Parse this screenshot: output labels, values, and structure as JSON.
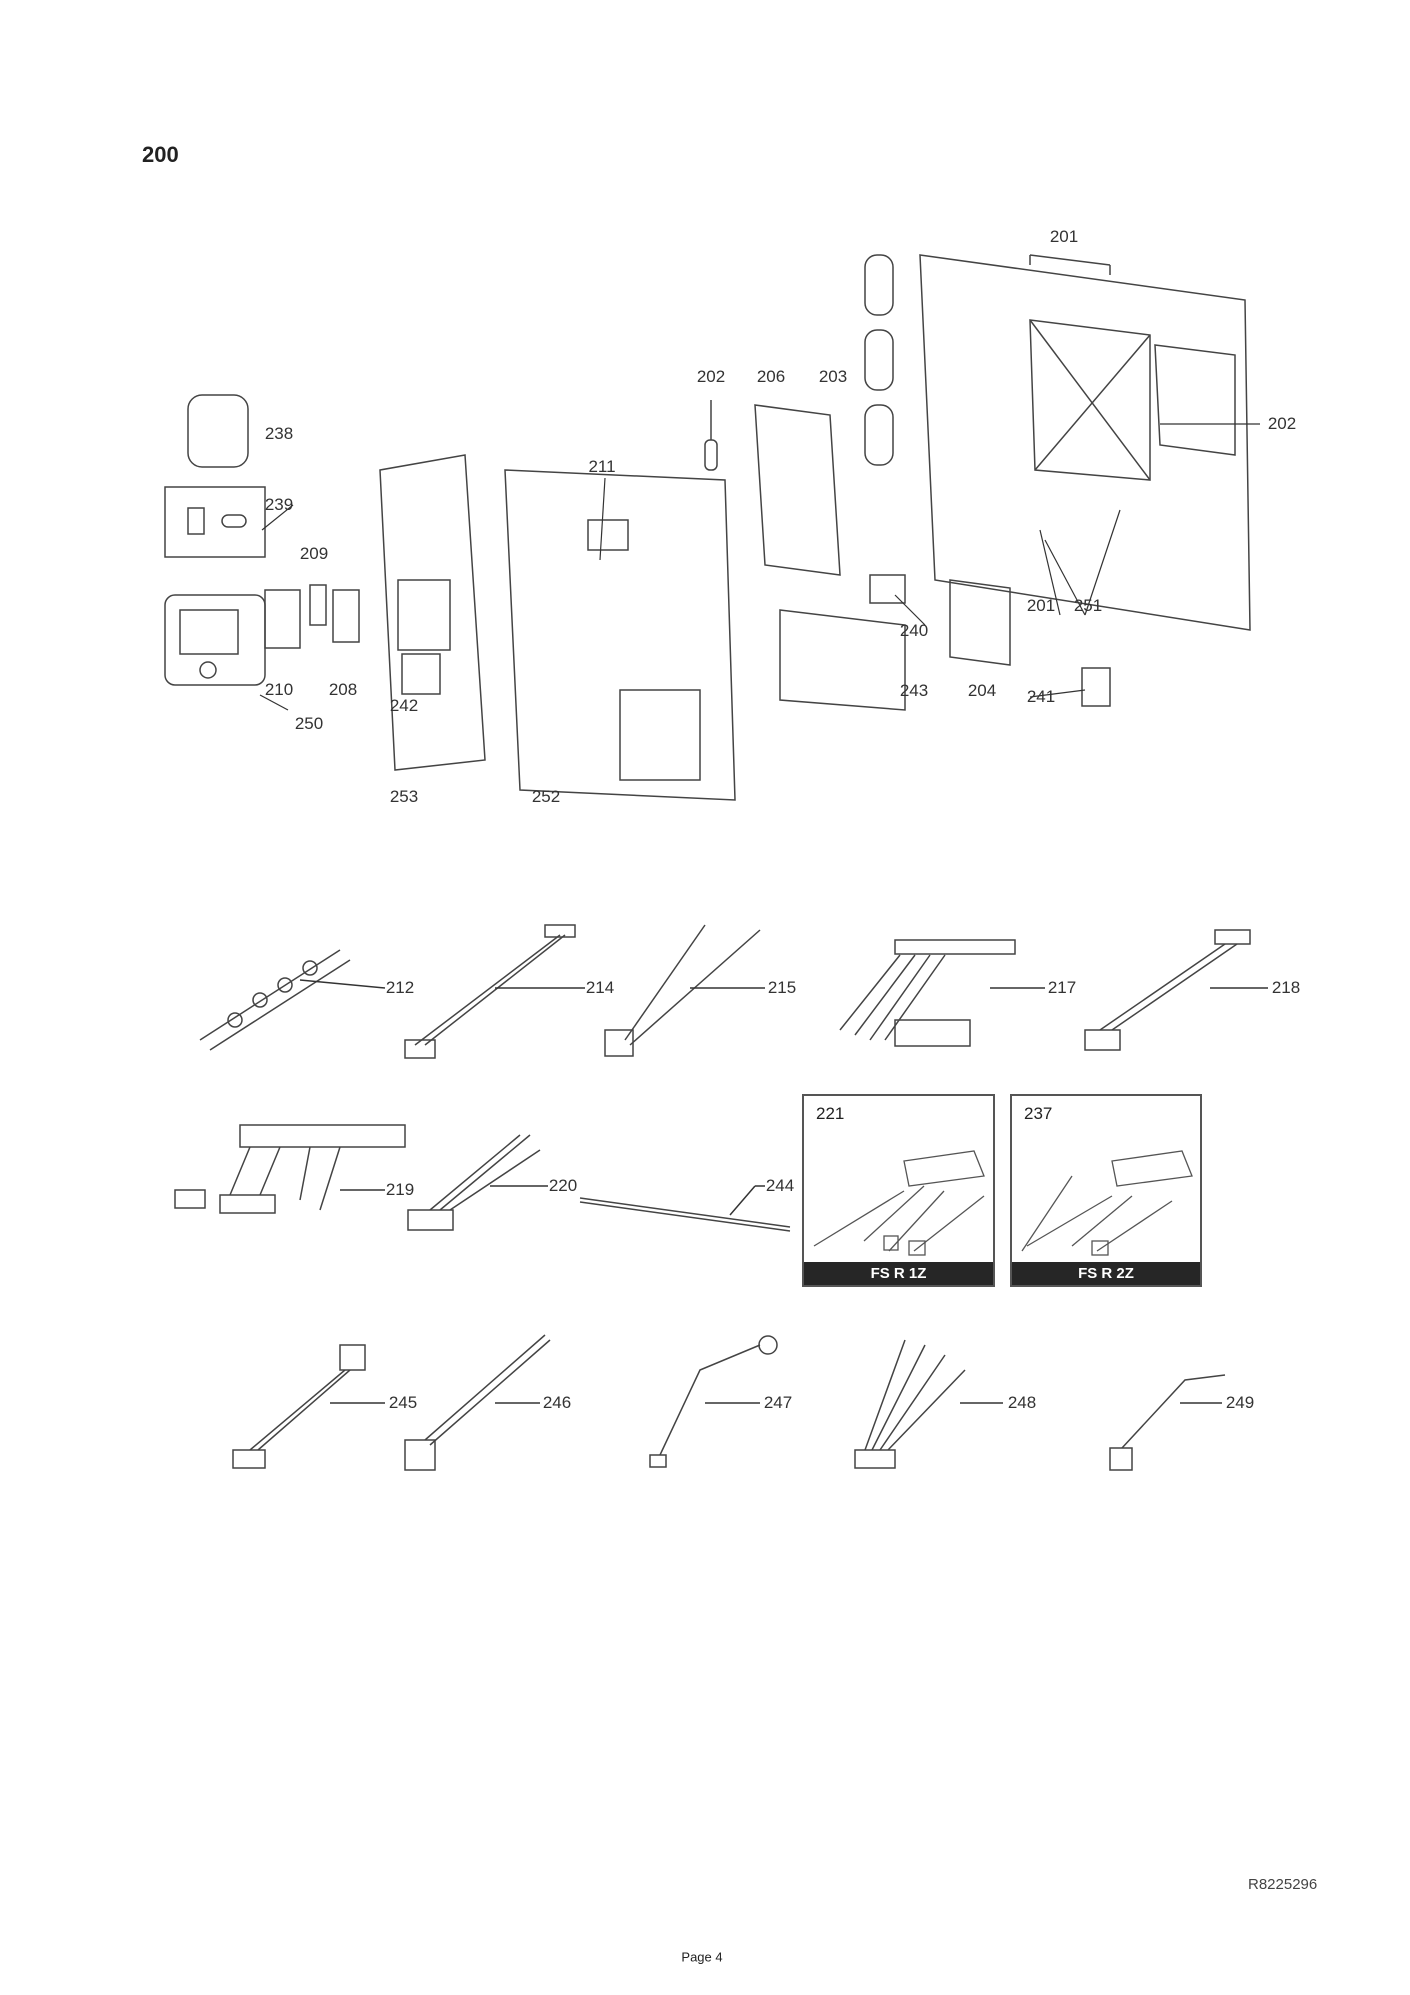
{
  "title": "200",
  "labels": {
    "p201a": "201",
    "p202a": "202",
    "p206": "206",
    "p203": "203",
    "p202b": "202",
    "p238": "238",
    "p239": "239",
    "p209": "209",
    "p211": "211",
    "p240": "240",
    "p201b": "201",
    "p251": "251",
    "p210": "210",
    "p208": "208",
    "p242": "242",
    "p243": "243",
    "p204": "204",
    "p241": "241",
    "p250": "250",
    "p253": "253",
    "p252": "252",
    "p212": "212",
    "p214": "214",
    "p215": "215",
    "p217": "217",
    "p218": "218",
    "p219": "219",
    "p220": "220",
    "p244": "244",
    "p245": "245",
    "p246": "246",
    "p247": "247",
    "p248": "248",
    "p249": "249"
  },
  "kits": [
    {
      "number": "221",
      "name": "FS R 1Z"
    },
    {
      "number": "237",
      "name": "FS R 2Z"
    }
  ],
  "reference": "R8225296",
  "page": "Page 4"
}
